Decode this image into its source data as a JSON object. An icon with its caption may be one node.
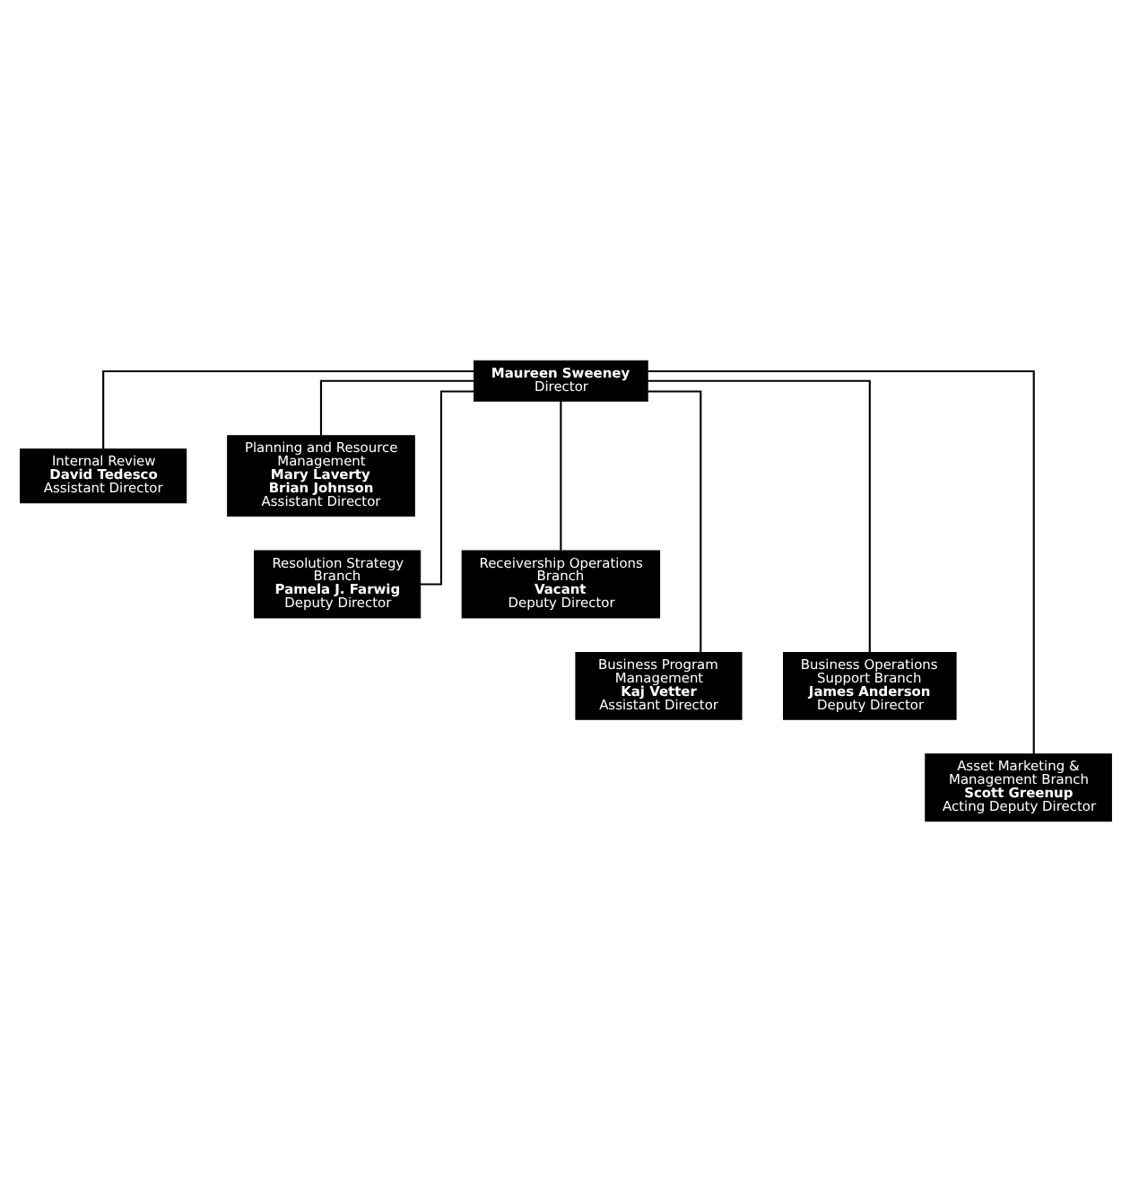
{
  "diagram": {
    "nodes": [
      {
        "text": [
          "Maureen Sweeney",
          "Director"
        ]
      },
      {
        "text": [
          "Internal Review",
          "David Tedesco",
          "Assistant Director"
        ]
      },
      {
        "text": [
          "Planning and Resource Management",
          "Mary Laverty",
          "Brian Johnson",
          "Assistant Director"
        ]
      },
      {
        "text": [
          "Resolution Strategy Branch",
          "Pamela J. Farwig",
          "Deputy Director"
        ]
      },
      {
        "text": [
          "Receivership Operations Branch",
          "Vacant",
          "Deputy Director"
        ]
      },
      {
        "text": [
          "Business Program Management",
          "Kaj Vetter",
          "Assistant Director"
        ]
      },
      {
        "text": [
          "Business Operations Support Branch",
          "James Anderson",
          "Deputy Director"
        ]
      },
      {
        "text": [
          "Asset Marketing & Management Branch",
          "Scott Greenup",
          "Acting Deputy Director"
        ]
      }
    ],
    "edges": [
      {
        "from": 0,
        "to": 1,
        "arrow": "none"
      },
      {
        "from": 0,
        "to": 2,
        "arrow": "none"
      },
      {
        "from": 0,
        "to": 3,
        "arrow": "none"
      },
      {
        "from": 0,
        "to": 4,
        "arrow": "none"
      },
      {
        "from": 0,
        "to": 5,
        "arrow": "none"
      },
      {
        "from": 0,
        "to": 6,
        "arrow": "none"
      },
      {
        "from": 0,
        "to": 7,
        "arrow": "none"
      }
    ]
  }
}
